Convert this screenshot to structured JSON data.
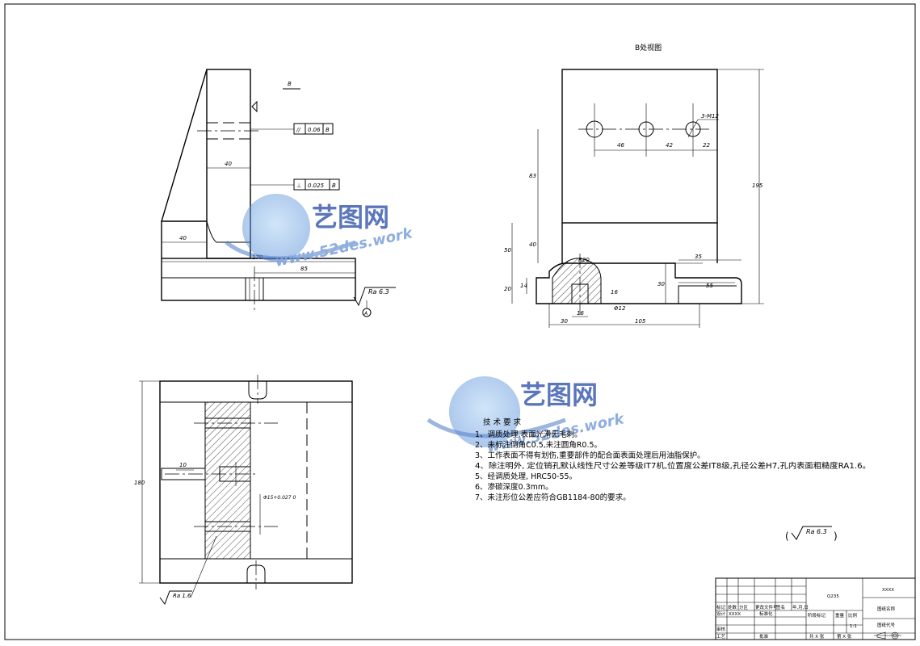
{
  "view_title": "B处视图",
  "section_label": "B",
  "views": {
    "front": {
      "dims": [
        "40",
        "40",
        "170",
        "85"
      ],
      "tolerances": [
        {
          "symbol": "//",
          "value": "0.06",
          "datum": "B"
        },
        {
          "symbol": "⊥",
          "value": "0.025",
          "datum": "B"
        }
      ],
      "roughness": "Ra 6.3",
      "datum_marker": "A"
    },
    "right": {
      "hole_label": "3-M12",
      "dims_top": [
        "46",
        "42",
        "22"
      ],
      "dims_left": [
        "83",
        "40",
        "50",
        "20",
        "14"
      ],
      "dims_right": "195",
      "dims_mid": [
        "R20",
        "16",
        "30",
        "35",
        "55",
        "Φ12",
        "16",
        "30",
        "105"
      ]
    },
    "top": {
      "dims": [
        "180",
        "10"
      ],
      "fit_label": "Φ15+0.027 0",
      "roughness": "Ra 1.6"
    }
  },
  "watermark": {
    "brand": "艺图网",
    "url": "www.52des.work"
  },
  "tech_requirements": {
    "title": "技 术 要 求",
    "items": [
      "1、调质处理,表面光滑无毛刺。",
      "2、未标注倒角C0.5,未注圆角R0.5。",
      "3、工作表面不得有划伤,重要部件的配合面表面处理后用油脂保护。",
      "4、除注明外, 定位销孔默认线性尺寸公差等级IT7机,位置度公差IT8级,孔径公差H7,孔内表面粗糙度RA1.6。",
      "5、经调质处理, HRC50-55。",
      "6、渗碳深度0.3mm。",
      "7、未注形位公差应符合GB1184-80的要求。"
    ]
  },
  "general_roughness": "Ra 6.3",
  "title_block": {
    "material": "Q235",
    "company": "XXXX",
    "drawing_name_label": "图纸名称",
    "drawing_code_label": "图纸代号",
    "scale": "1:1",
    "row_labels": [
      "标记",
      "处数",
      "分区",
      "更改文件号",
      "签名",
      "年,月,日"
    ],
    "design_label": "设计",
    "designer": "XXXX",
    "standardize_label": "标准化",
    "stage_label": "阶段标记",
    "weight_label": "重量",
    "scale_label": "比例",
    "review_label": "审核",
    "process_label": "工艺",
    "approve_label": "批准",
    "sheets_total": "共 X 张",
    "sheet_no": "第 X 张"
  }
}
